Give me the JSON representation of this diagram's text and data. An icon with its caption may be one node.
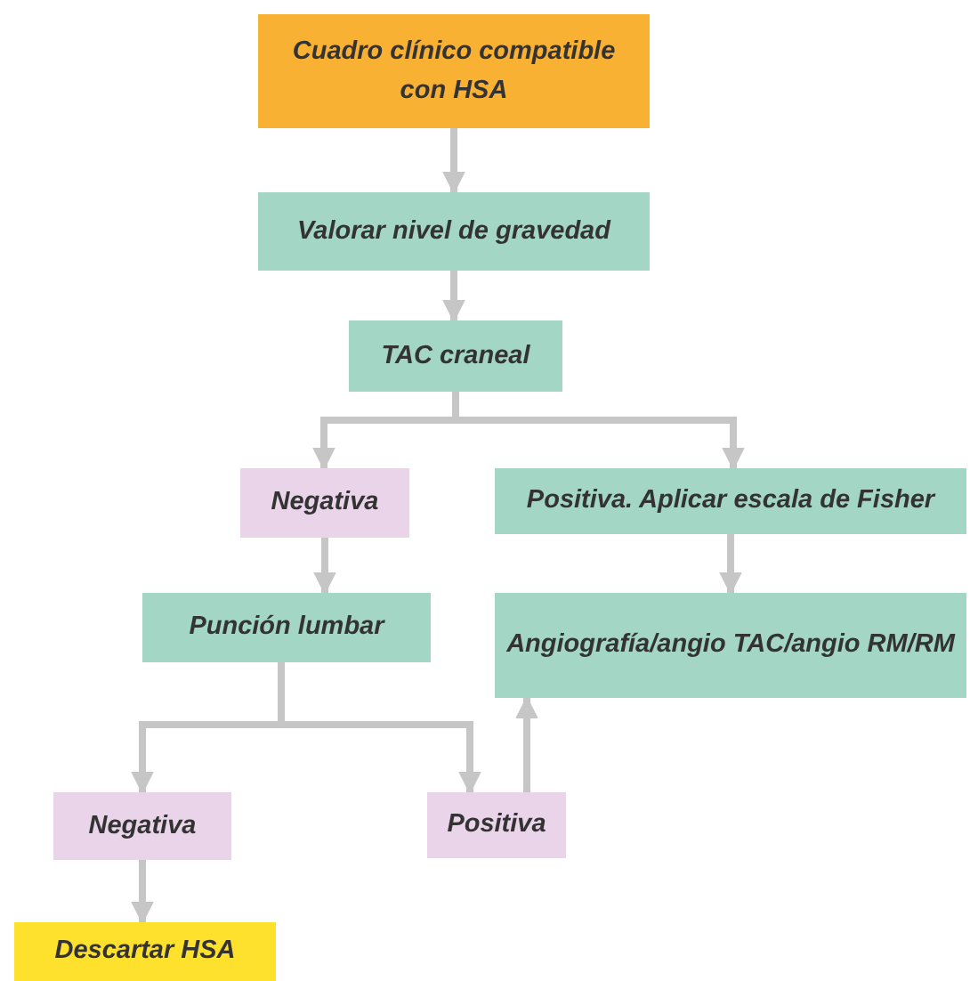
{
  "diagram": {
    "nodes": [
      {
        "text": [
          "Cuadro clínico compatible con HSA"
        ]
      },
      {
        "text": [
          "Valorar nivel de gravedad"
        ]
      },
      {
        "text": [
          "TAC craneal"
        ]
      },
      {
        "text": [
          "Negativa"
        ]
      },
      {
        "text": [
          "Positiva. Aplicar escala de Fisher"
        ]
      },
      {
        "text": [
          "Punción lumbar"
        ]
      },
      {
        "text": [
          "Angiografía/angio TAC/angio RM/RM"
        ]
      },
      {
        "text": [
          "Negativa"
        ]
      },
      {
        "text": [
          "Positiva"
        ]
      },
      {
        "text": [
          "Descartar HSA"
        ]
      }
    ],
    "edges": [
      {
        "from": 0,
        "to": 1,
        "arrow": "to"
      },
      {
        "from": 1,
        "to": 2,
        "arrow": "to"
      },
      {
        "from": 2,
        "to": 3,
        "arrow": "to"
      },
      {
        "from": 2,
        "to": 4,
        "arrow": "to"
      },
      {
        "from": 3,
        "to": 5,
        "arrow": "to"
      },
      {
        "from": 4,
        "to": 6,
        "arrow": "to"
      },
      {
        "from": 5,
        "to": 7,
        "arrow": "to"
      },
      {
        "from": 5,
        "to": 8,
        "arrow": "to"
      },
      {
        "from": 8,
        "to": 6,
        "arrow": "to"
      },
      {
        "from": 7,
        "to": 9,
        "arrow": "to"
      }
    ]
  }
}
